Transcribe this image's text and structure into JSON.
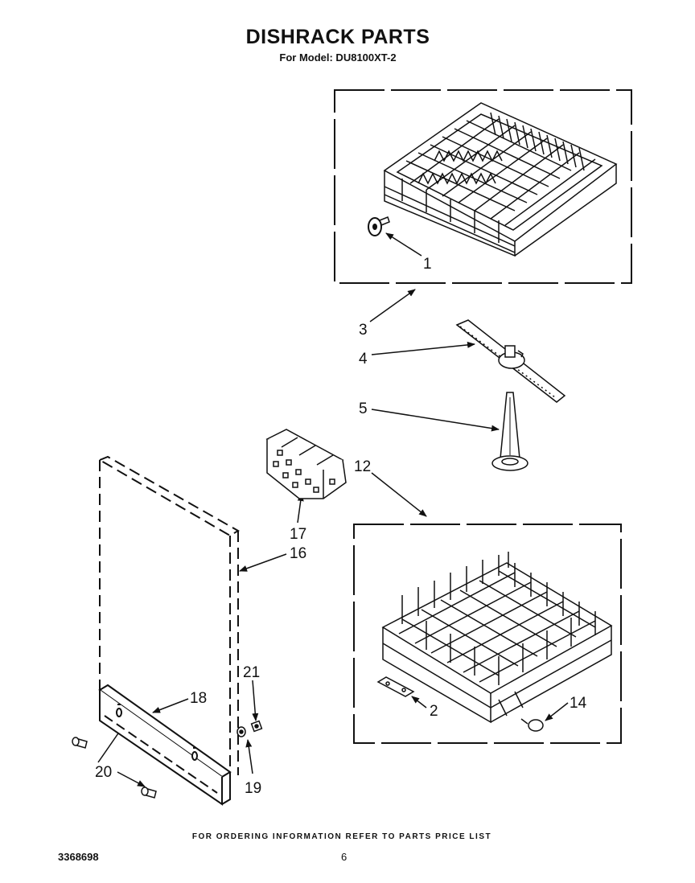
{
  "title": "DISHRACK PARTS",
  "subtitle": "For Model: DU8100XT-2",
  "footer_note": "FOR ORDERING INFORMATION REFER TO PARTS PRICE LIST",
  "doc_number": "3368698",
  "page_number": "6",
  "callouts": {
    "c1": "1",
    "c2": "2",
    "c3": "3",
    "c4": "4",
    "c5": "5",
    "c12": "12",
    "c14": "14",
    "c16": "16",
    "c17": "17",
    "c18": "18",
    "c19": "19",
    "c20": "20",
    "c21": "21"
  }
}
